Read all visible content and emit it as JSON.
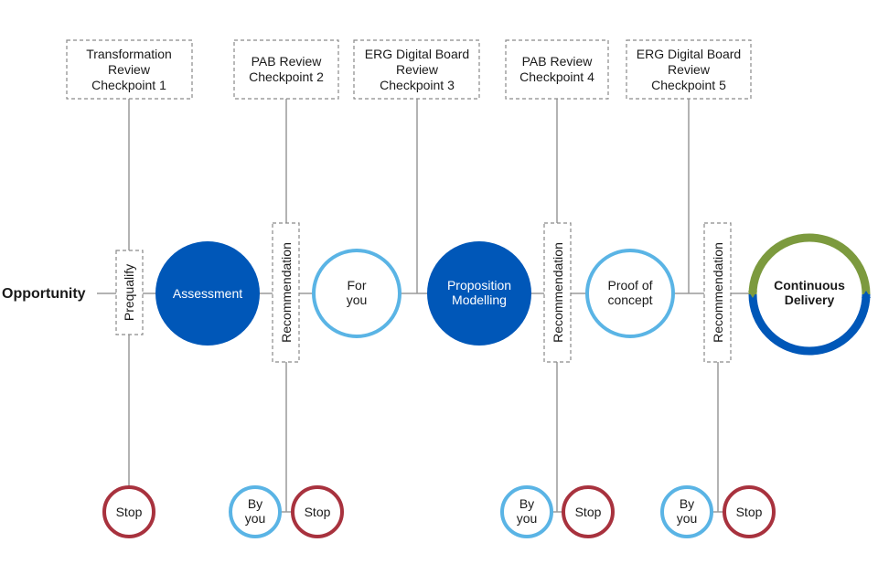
{
  "start_label": "Opportunity",
  "checkpoints": [
    {
      "lines": [
        "Transformation",
        "Review",
        "Checkpoint 1"
      ]
    },
    {
      "lines": [
        "PAB Review",
        "Checkpoint 2"
      ]
    },
    {
      "lines": [
        "ERG Digital Board",
        "Review",
        "Checkpoint 3"
      ]
    },
    {
      "lines": [
        "PAB Review",
        "Checkpoint 4"
      ]
    },
    {
      "lines": [
        "ERG Digital Board",
        "Review",
        "Checkpoint 5"
      ]
    }
  ],
  "gates": {
    "prequalify": "Prequalify",
    "recommendation": "Recommendation"
  },
  "stages": {
    "assessment": "Assessment",
    "for_you": [
      "For",
      "you"
    ],
    "proposition": [
      "Proposition",
      "Modelling"
    ],
    "proof": [
      "Proof of",
      "concept"
    ],
    "continuous": [
      "Continuous",
      "Delivery"
    ]
  },
  "outcomes": {
    "stop": "Stop",
    "by_you": [
      "By",
      "you"
    ]
  },
  "colors": {
    "dark_blue": "#0057b8",
    "light_blue": "#5ab4e5",
    "stop_red": "#a8323e",
    "olive": "#7c9a3e",
    "line": "#9a9a9a"
  }
}
